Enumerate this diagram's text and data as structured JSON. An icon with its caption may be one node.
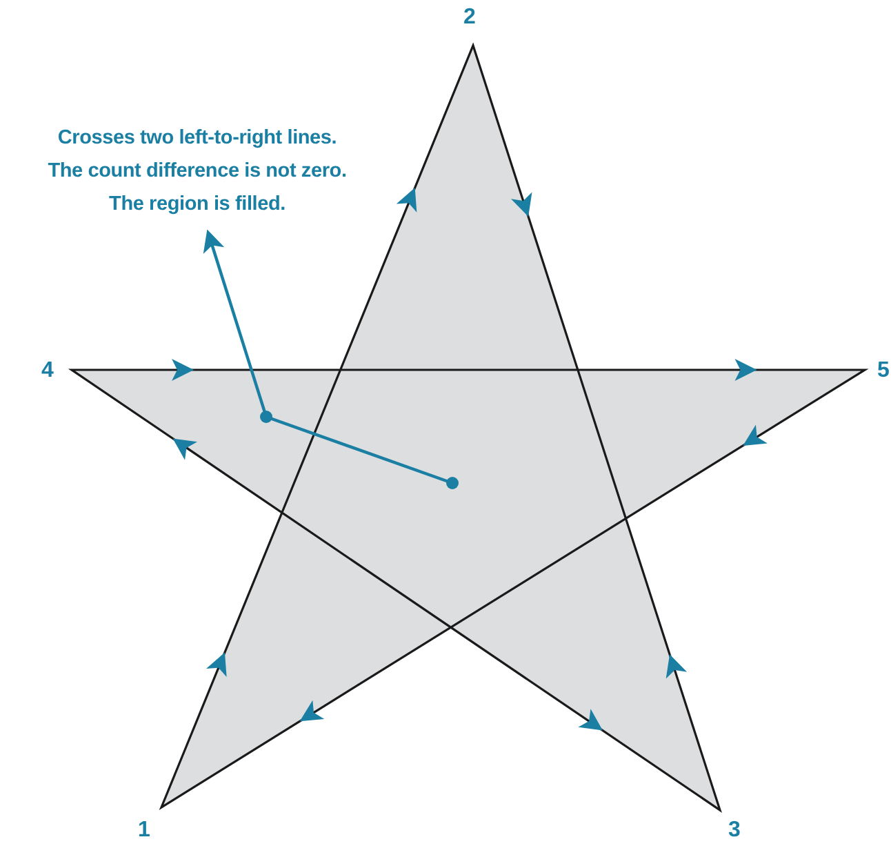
{
  "diagram": {
    "nodes": [
      {
        "text": [
          "Crosses two left-to-right lines. The count difference is not zero. The region is filled."
        ]
      },
      {
        "text": [],
        "shape": "star"
      }
    ],
    "edges": [
      {
        "from": 1,
        "to": 0,
        "arrow": "to"
      }
    ],
    "labels": [
      "2",
      "4",
      "5",
      "1",
      "3"
    ]
  }
}
